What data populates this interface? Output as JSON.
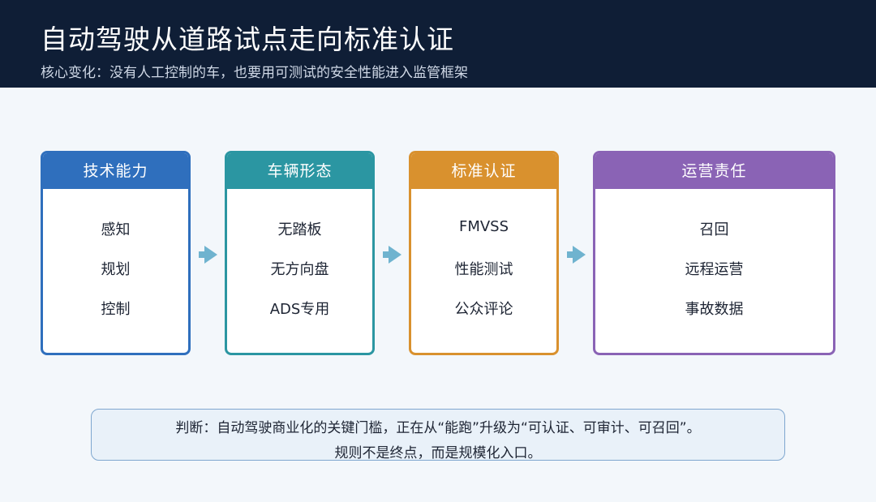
{
  "header": {
    "title": "自动驾驶从道路试点走向标准认证",
    "subtitle": "核心变化：没有人工控制的车，也要用可测试的安全性能进入监管框架"
  },
  "stages": [
    {
      "title": "技术能力",
      "color": "#2f6fbd",
      "items": [
        "感知",
        "规划",
        "控制"
      ]
    },
    {
      "title": "车辆形态",
      "color": "#2b96a2",
      "items": [
        "无踏板",
        "无方向盘",
        "ADS专用"
      ]
    },
    {
      "title": "标准认证",
      "color": "#d9912e",
      "items": [
        "FMVSS",
        "性能测试",
        "公众评论"
      ]
    },
    {
      "title": "运营责任",
      "color": "#8a63b5",
      "items": [
        "召回",
        "远程运营",
        "事故数据"
      ]
    }
  ],
  "arrow_color": "#6fb3cf",
  "note": {
    "line1": "判断：自动驾驶商业化的关键门槛，正在从“能跑”升级为“可认证、可审计、可召回”。",
    "line2": "规则不是终点，而是规模化入口。"
  }
}
